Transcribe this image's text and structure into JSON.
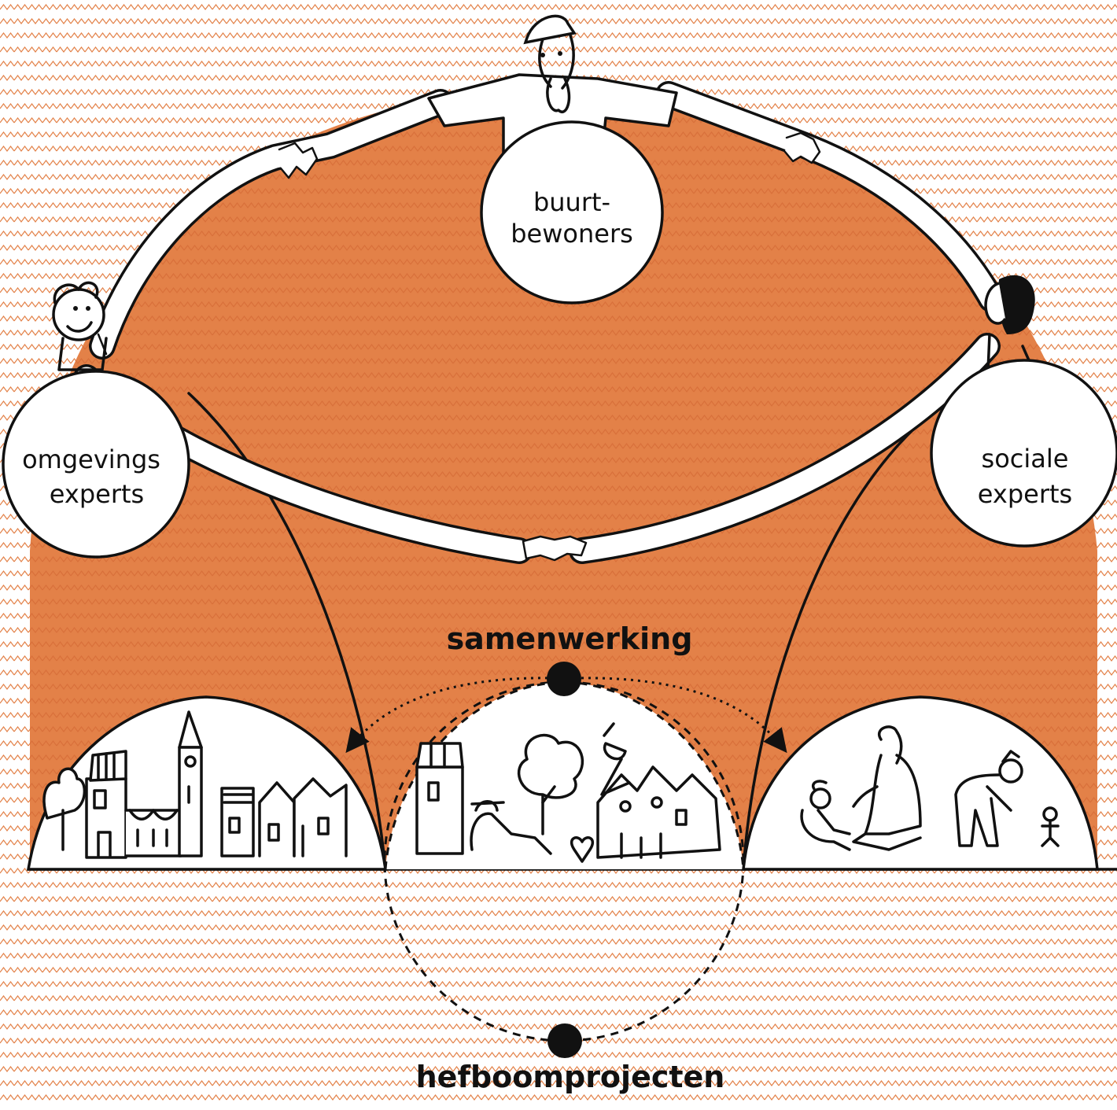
{
  "colors": {
    "accent": "#E38148",
    "pattern_line": "#E38148",
    "ink": "#111111",
    "paper": "#FFFFFF"
  },
  "nodes": {
    "top": {
      "line1": "buurt-",
      "line2": "bewoners"
    },
    "left": {
      "line1": "omgevings",
      "line2": "experts"
    },
    "right": {
      "line1": "sociale",
      "line2": "experts"
    }
  },
  "labels": {
    "center": "samenwerking",
    "bottom": "hefboomprojecten"
  },
  "icons": {
    "characters": [
      "man-with-cap-beard-icon",
      "curly-hair-person-icon",
      "long-hair-woman-icon"
    ],
    "scenes": [
      "town-church-scene-icon",
      "tower-tree-houses-scene-icon",
      "people-playing-scene-icon"
    ]
  }
}
